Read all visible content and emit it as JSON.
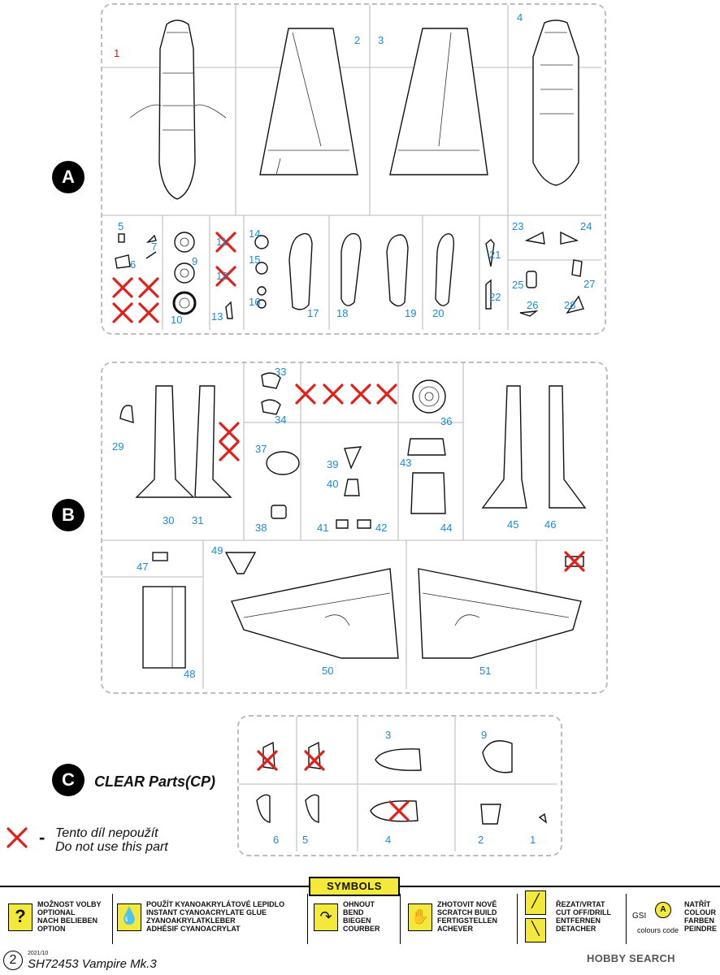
{
  "sections": {
    "a": {
      "badge": "A"
    },
    "b": {
      "badge": "B"
    },
    "c": {
      "badge": "C",
      "title": "CLEAR Parts(CP)"
    }
  },
  "part_numbers_a": [
    "1",
    "2",
    "3",
    "4",
    "5",
    "6",
    "7",
    "9",
    "10",
    "11",
    "12",
    "13",
    "14",
    "15",
    "16",
    "17",
    "18",
    "19",
    "20",
    "21",
    "22",
    "23",
    "24",
    "25",
    "26",
    "27",
    "28"
  ],
  "part_numbers_b": [
    "29",
    "30",
    "31",
    "33",
    "34",
    "36",
    "37",
    "38",
    "39",
    "40",
    "41",
    "42",
    "43",
    "44",
    "45",
    "46",
    "47",
    "48",
    "49",
    "50",
    "51"
  ],
  "part_numbers_c": [
    "3",
    "9",
    "6",
    "5",
    "4",
    "2",
    "1"
  ],
  "legend": {
    "dash": "-",
    "line1": "Tento díl nepoužít",
    "line2": "Do not use this part"
  },
  "symbols": {
    "label": "SYMBOLS",
    "items": [
      {
        "icon": "question-icon",
        "lines": [
          "MOŽNOST VOLBY",
          "OPTIONAL",
          "NACH BELIEBEN",
          "OPTION"
        ]
      },
      {
        "icon": "glue-drop-icon",
        "lines": [
          "POUŽÍT KYANOAKRYLÁTOVÉ LEPIDLO",
          "INSTANT CYANOACRYLATE GLUE",
          "ZYANOAKRYLATKLEBER",
          "ADHÉSIF CYANOACRYLAT"
        ]
      },
      {
        "icon": "bend-icon",
        "lines": [
          "OHNOUT",
          "BEND",
          "BIEGEN",
          "COURBER"
        ]
      },
      {
        "icon": "scratch-build-icon",
        "lines": [
          "ZHOTOVIT NOVĚ",
          "SCRATCH BUILD",
          "FERTIGSTELLEN",
          "ACHEVER"
        ]
      },
      {
        "icon": "cut-icon",
        "lines": [
          "ŘEZAT/VRTAT",
          "CUT OFF/DRILL",
          "ENTFERNEN",
          "DETACHER"
        ]
      },
      {
        "icon": "paint-icon",
        "lines": [
          "NATŘÍT",
          "COLOUR",
          "FARBEN",
          "PEINDRE"
        ]
      }
    ],
    "gsi": "GSI",
    "colours_code": "colours code",
    "gsi_letter": "A"
  },
  "footer": {
    "page": "2",
    "date": "2021/10",
    "title": "SH72453 Vampire Mk.3",
    "watermark": "HOBBY SEARCH"
  },
  "colors": {
    "number": "#1a8bd0",
    "cross": "#e0201a",
    "symbols_bg": "#f3e93a"
  }
}
